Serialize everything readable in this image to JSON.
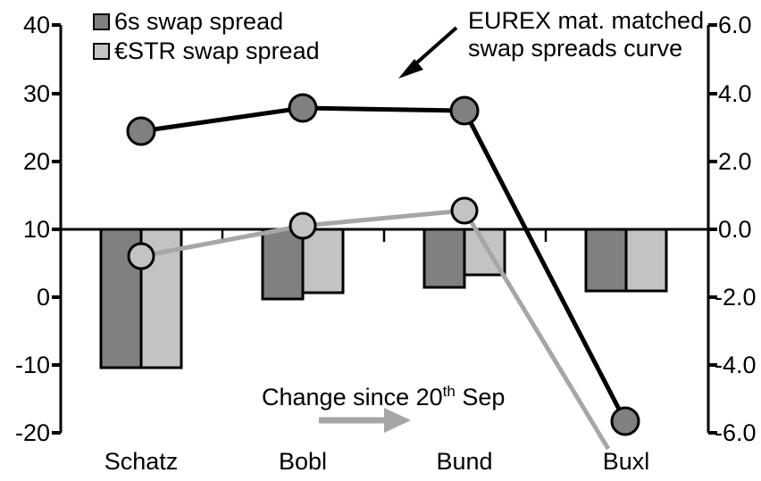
{
  "legend": {
    "items": [
      {
        "label": "6s swap spread",
        "color": "#808080",
        "type": "bar"
      },
      {
        "label": "€STR swap spread",
        "color": "#c3c3c3",
        "type": "bar"
      }
    ]
  },
  "annotations": {
    "curve_note_line1": "EUREX mat. matched",
    "curve_note_line2": "swap spreads curve",
    "change_note_prefix": "Change since 20",
    "change_note_sup": "th",
    "change_note_suffix": " Sep",
    "arrow_curve_note": "diagonal-arrow-down-left",
    "arrow_change_note": "right-arrow"
  },
  "axes": {
    "left_ticks": [
      "40",
      "30",
      "20",
      "10",
      "0",
      "-10",
      "-20"
    ],
    "right_ticks": [
      "6.0",
      "4.0",
      "2.0",
      "0.0",
      "-2.0",
      "-4.0",
      "-6.0"
    ],
    "left_range": [
      -20,
      40
    ],
    "right_range": [
      -6.0,
      6.0
    ],
    "left_step": 10,
    "right_step": 2.0,
    "zero_line_left_value": 10,
    "zero_line_right_value": 0.0
  },
  "chart_data": {
    "type": "bar",
    "title": "",
    "xlabel": "",
    "ylabel": "",
    "categories": [
      "Schatz",
      "Bobl",
      "Bund",
      "Buxl"
    ],
    "bar_axis": "right",
    "line_axis": "left",
    "ylim": [
      -20,
      40
    ],
    "y2lim": [
      -6.0,
      6.0
    ],
    "grid": false,
    "legend_position": "top-left",
    "series": [
      {
        "name": "6s swap spread",
        "type": "bar",
        "axis": "right",
        "color": "#808080",
        "values": [
          -4.1,
          -2.0,
          -1.7,
          -1.8
        ]
      },
      {
        "name": "€STR swap spread",
        "type": "bar",
        "axis": "right",
        "color": "#c3c3c3",
        "values": [
          -4.1,
          -1.85,
          -1.3,
          -1.8
        ]
      },
      {
        "name": "EUREX mat. matched swap spreads curve",
        "type": "line",
        "axis": "left",
        "color": "#000000",
        "marker_fill": "#808080",
        "values": [
          24.4,
          27.8,
          27.4,
          -18.2
        ]
      },
      {
        "name": "Change since 20th Sep",
        "type": "line",
        "axis": "left",
        "color": "#a6a6a6",
        "marker_fill": "#c3c3c3",
        "values": [
          6.1,
          10.5,
          12.8,
          null
        ],
        "note": "grey line exits below plot area after Bund; no marker at Buxl"
      }
    ]
  }
}
